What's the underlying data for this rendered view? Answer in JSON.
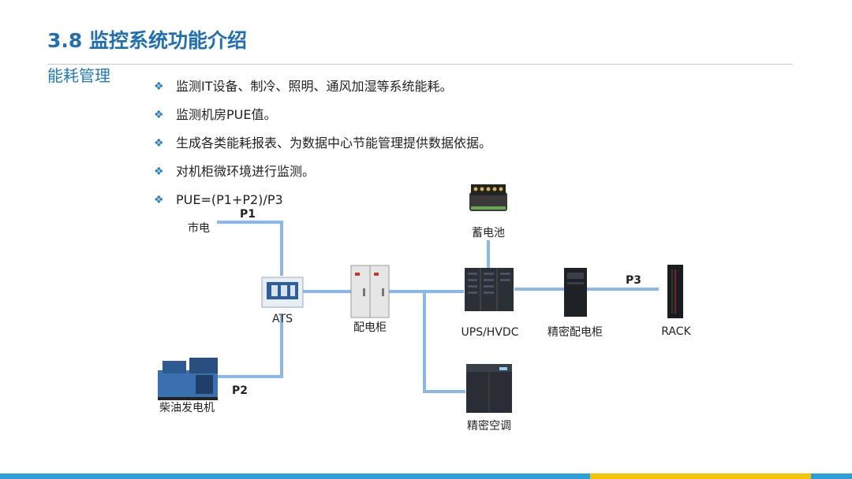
{
  "slide": {
    "title": "3.8 监控系统功能介绍",
    "subtitle": "能耗管理"
  },
  "bullets": [
    "监测IT设备、制冷、照明、通风加湿等系统能耗。",
    "监测机房PUE值。",
    "生成各类能耗报表、为数据中心节能管理提供数据依据。",
    "对机柜微环境进行监测。",
    "PUE=(P1+P2)/P3"
  ],
  "diagram": {
    "nodes": {
      "mains": "市电",
      "generator": "柴油发电机",
      "ats": "ATS",
      "distribution_cabinet": "配电柜",
      "battery": "蓄电池",
      "ups": "UPS/HVDC",
      "precision_distribution": "精密配电柜",
      "rack": "RACK",
      "precision_ac": "精密空调"
    },
    "measure_points": {
      "p1": "P1",
      "p2": "P2",
      "p3": "P3"
    },
    "line_color": "#8ab8ec"
  },
  "footer": {
    "colors": [
      "#2a9fd8",
      "#f5c400"
    ]
  }
}
